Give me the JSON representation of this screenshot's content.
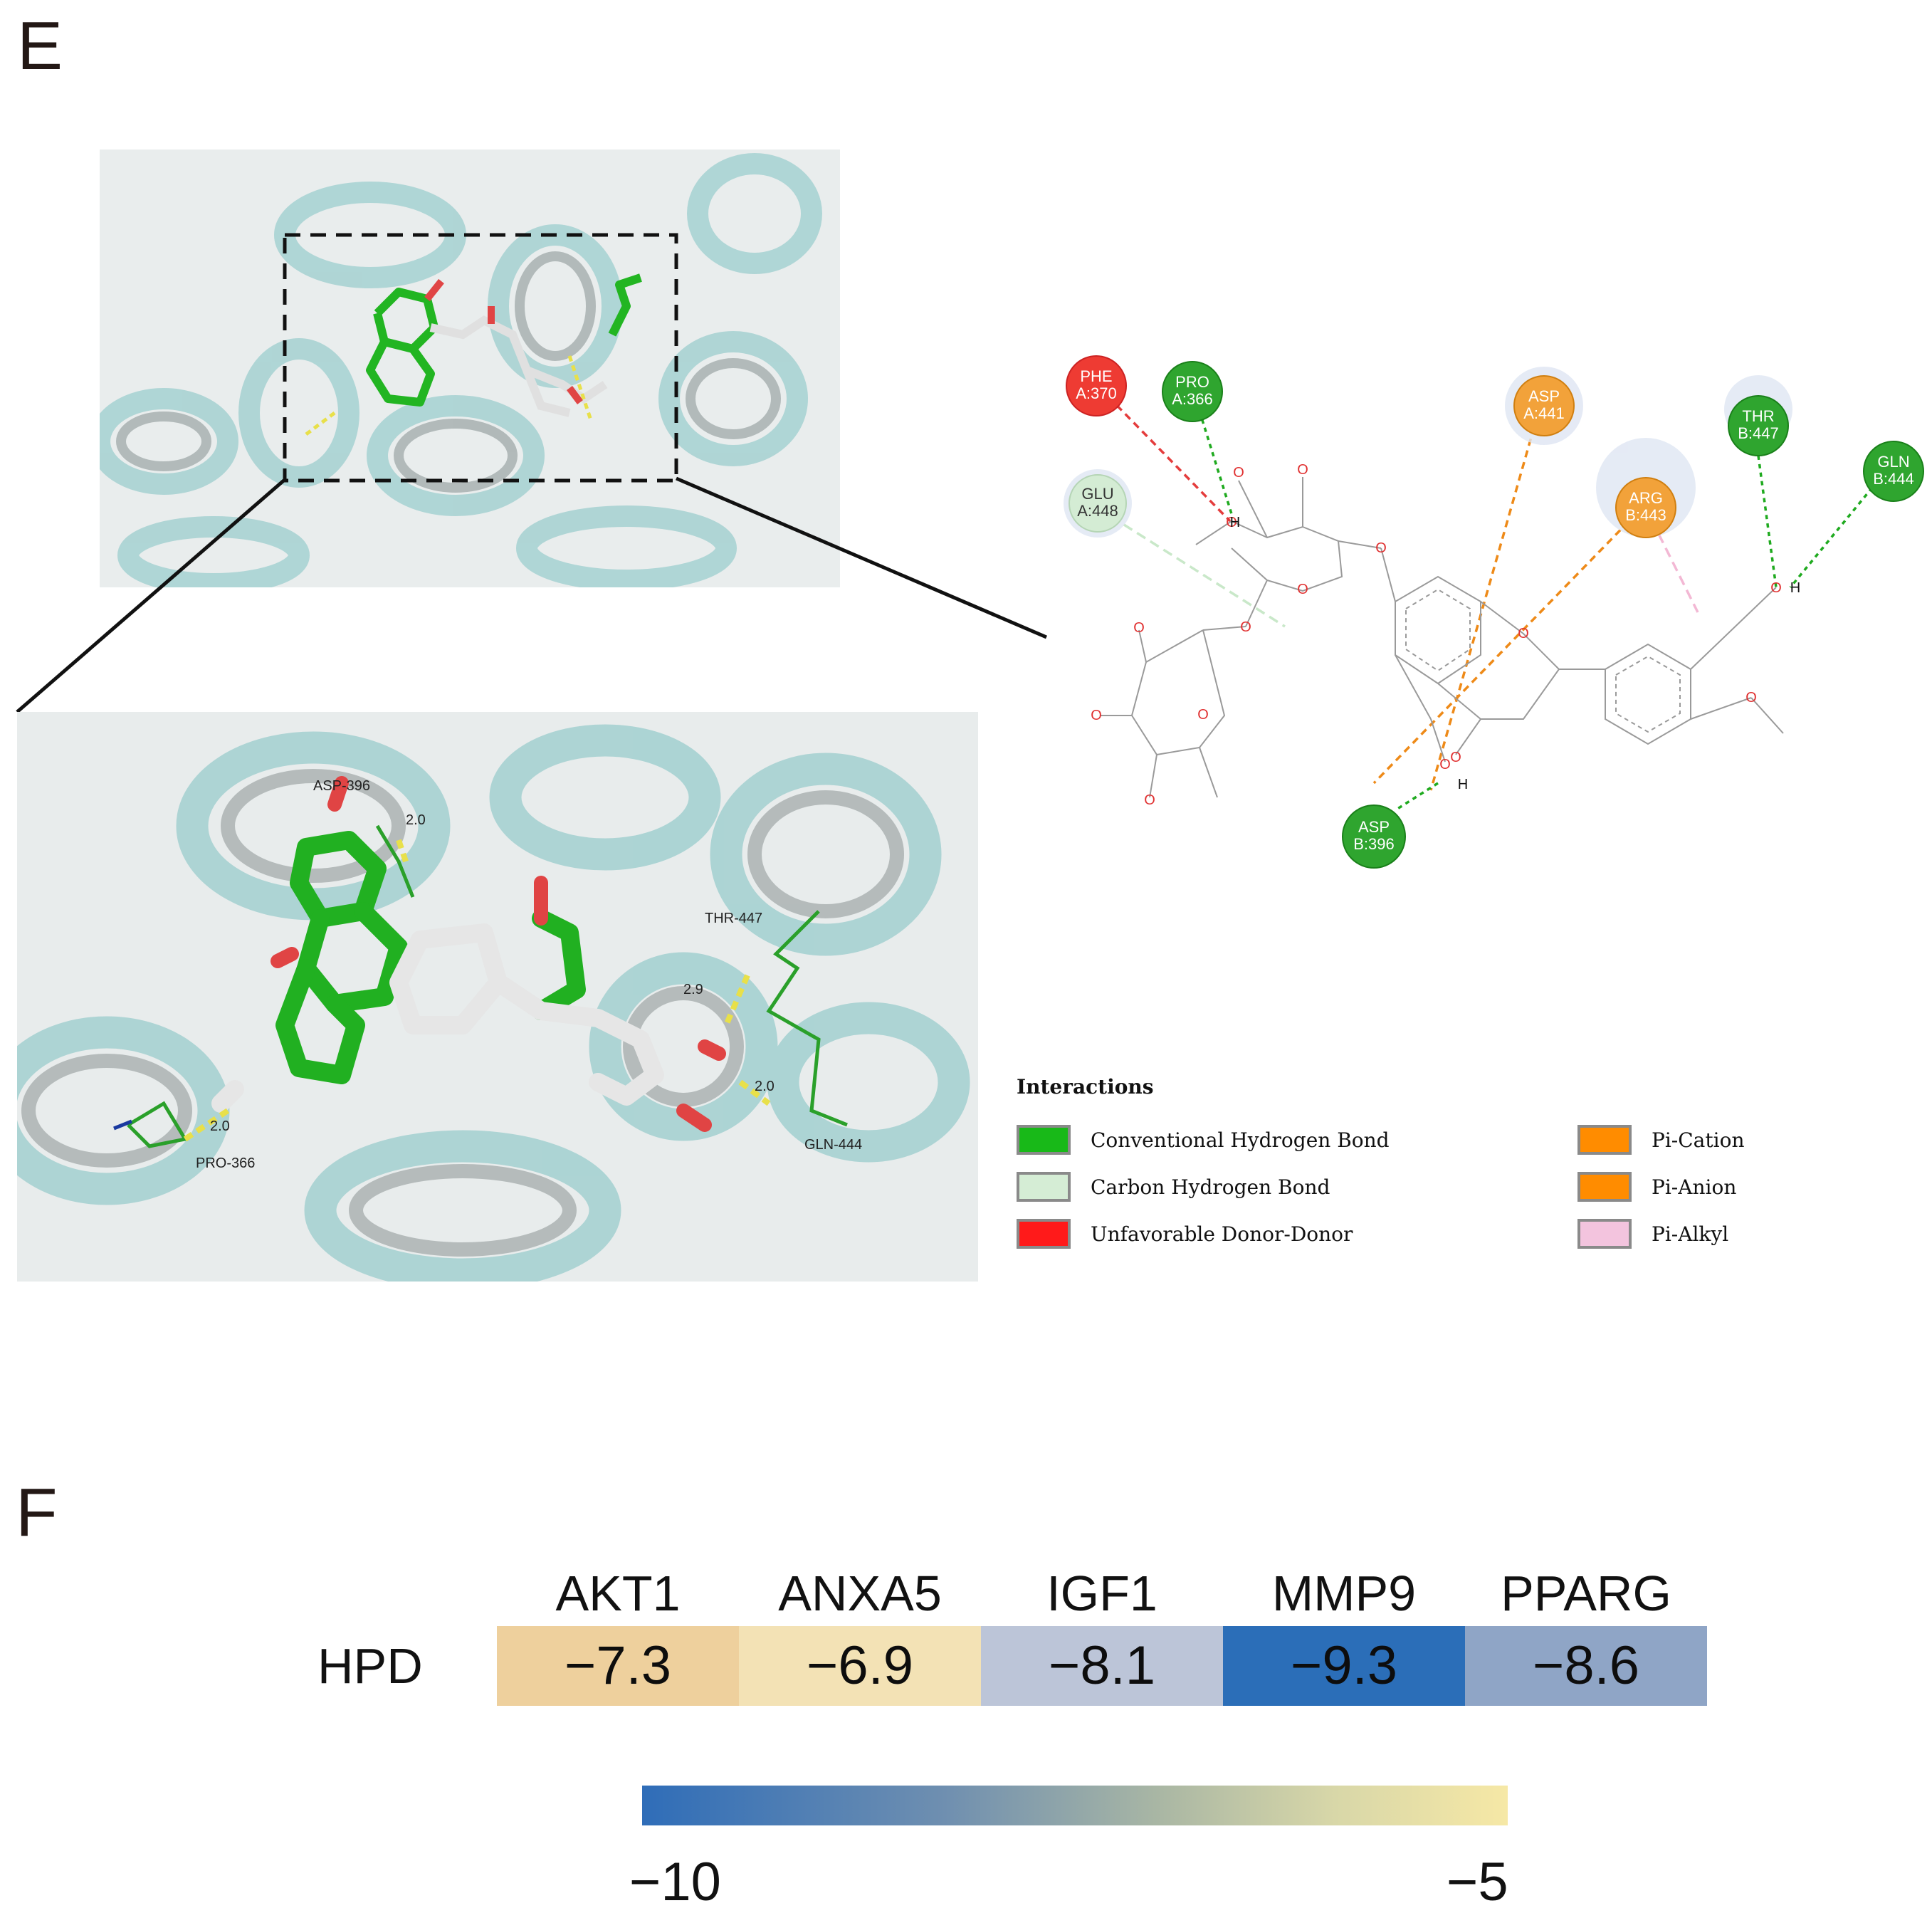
{
  "panels": {
    "e_label": "E",
    "f_label": "F"
  },
  "docking_view": {
    "residue_labels": [
      "ASP-396",
      "THR-447",
      "PRO-366",
      "GLN-444"
    ],
    "distances": [
      "2.0",
      "2.9",
      "2.0",
      "2.0"
    ]
  },
  "interaction_map": {
    "residues": [
      {
        "name": "PHE",
        "chain": "A:370",
        "color": "#ee3b33"
      },
      {
        "name": "PRO",
        "chain": "A:366",
        "color": "#2fa52f"
      },
      {
        "name": "GLU",
        "chain": "A:448",
        "color": "#d4ecd4"
      },
      {
        "name": "ASP",
        "chain": "A:441",
        "color": "#f2a23a"
      },
      {
        "name": "ARG",
        "chain": "B:443",
        "color": "#f2a23a"
      },
      {
        "name": "THR",
        "chain": "B:447",
        "color": "#2fa52f"
      },
      {
        "name": "GLN",
        "chain": "B:444",
        "color": "#2fa52f"
      },
      {
        "name": "ASP",
        "chain": "B:396",
        "color": "#2fa52f"
      }
    ],
    "atom_labels": {
      "h": "H",
      "o": "O"
    },
    "legend": {
      "title": "Interactions",
      "items": [
        {
          "label": "Conventional Hydrogen Bond",
          "color": "#18b918"
        },
        {
          "label": "Carbon Hydrogen Bond",
          "color": "#d5edd5"
        },
        {
          "label": "Unfavorable Donor-Donor",
          "color": "#ff1a1a"
        },
        {
          "label": "Pi-Cation",
          "color": "#ff8c00"
        },
        {
          "label": "Pi-Anion",
          "color": "#ff8c00"
        },
        {
          "label": "Pi-Alkyl",
          "color": "#f3c4de"
        }
      ]
    }
  },
  "chart_data": {
    "type": "heatmap",
    "rows": [
      "HPD"
    ],
    "columns": [
      "AKT1",
      "ANXA5",
      "IGF1",
      "MMP9",
      "PPARG"
    ],
    "values": [
      [
        -7.3,
        -6.9,
        -8.1,
        -9.3,
        -8.6
      ]
    ],
    "value_labels": [
      "−7.3",
      "−6.9",
      "−8.1",
      "−9.3",
      "−8.6"
    ],
    "cell_colors": [
      "#eed09d",
      "#f3e2b5",
      "#bcc5d8",
      "#2b6eb8",
      "#8fa5c6"
    ],
    "colorbar": {
      "range": [
        -10,
        -5
      ],
      "tick_labels": [
        "−10",
        "−5"
      ],
      "colors": [
        "#2f6db8",
        "#f6e8a6"
      ]
    }
  }
}
